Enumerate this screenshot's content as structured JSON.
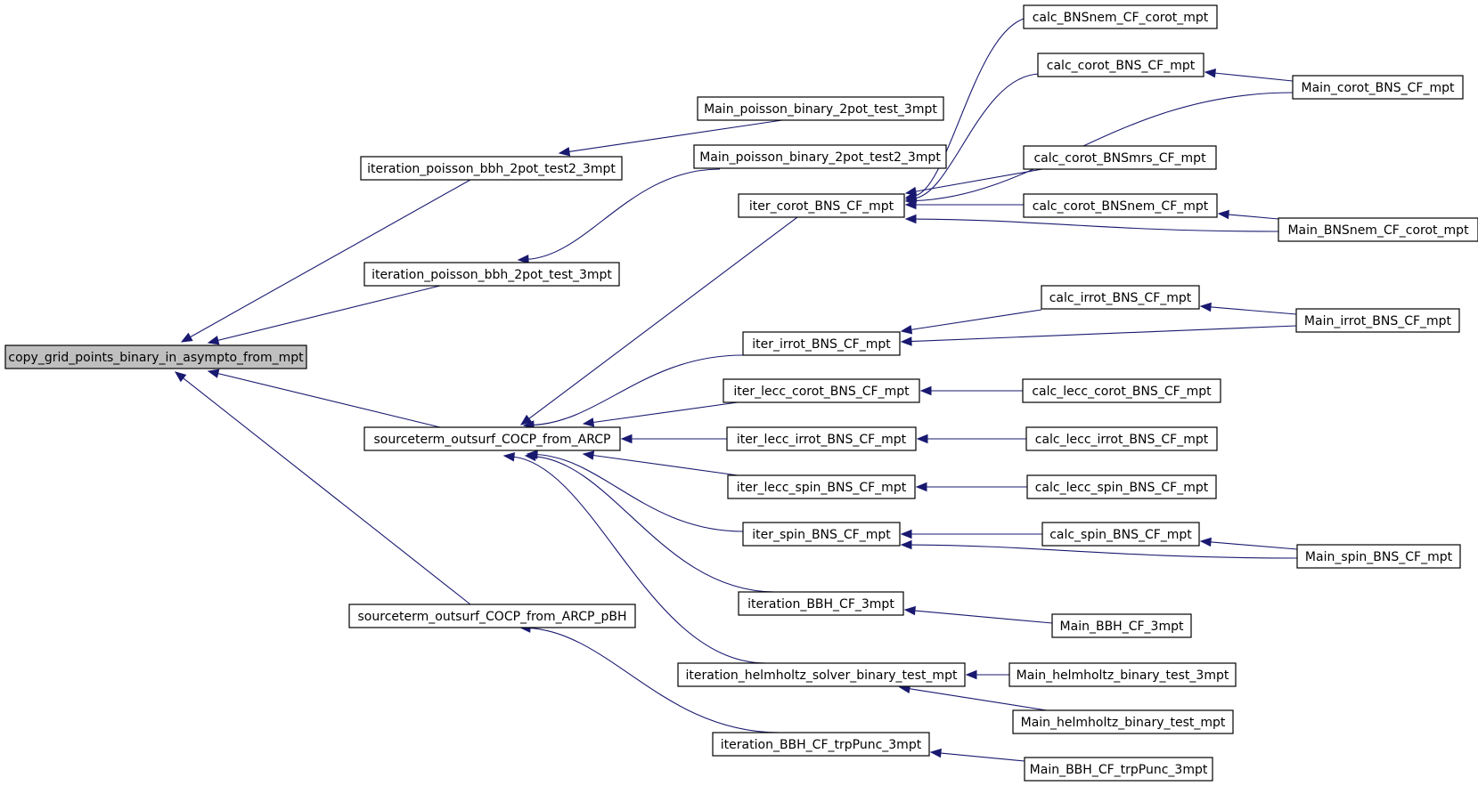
{
  "graph": {
    "type": "caller-graph",
    "colors": {
      "edge": "#191970",
      "root_fill": "#bfbfbf",
      "node_fill": "#ffffff",
      "node_border": "#000000"
    },
    "nodes": [
      {
        "id": "root",
        "label": "copy_grid_points_binary_in_asympto_from_mpt",
        "root": true
      },
      {
        "id": "ipb2t2",
        "label": "iteration_poisson_bbh_2pot_test2_3mpt"
      },
      {
        "id": "ipbt",
        "label": "iteration_poisson_bbh_2pot_test_3mpt"
      },
      {
        "id": "socf",
        "label": "sourceterm_outsurf_COCP_from_ARCP"
      },
      {
        "id": "socfp",
        "label": "sourceterm_outsurf_COCP_from_ARCP_pBH"
      },
      {
        "id": "mpbt3",
        "label": "Main_poisson_binary_2pot_test_3mpt"
      },
      {
        "id": "mpbt2",
        "label": "Main_poisson_binary_2pot_test2_3mpt"
      },
      {
        "id": "icorot",
        "label": "iter_corot_BNS_CF_mpt"
      },
      {
        "id": "iirrot",
        "label": "iter_irrot_BNS_CF_mpt"
      },
      {
        "id": "ilcorot",
        "label": "iter_lecc_corot_BNS_CF_mpt"
      },
      {
        "id": "ilirrot",
        "label": "iter_lecc_irrot_BNS_CF_mpt"
      },
      {
        "id": "ilspin",
        "label": "iter_lecc_spin_BNS_CF_mpt"
      },
      {
        "id": "ispin",
        "label": "iter_spin_BNS_CF_mpt"
      },
      {
        "id": "ibbh",
        "label": "iteration_BBH_CF_3mpt"
      },
      {
        "id": "ihelm",
        "label": "iteration_helmholtz_solver_binary_test_mpt"
      },
      {
        "id": "ibbhtp",
        "label": "iteration_BBH_CF_trpPunc_3mpt"
      },
      {
        "id": "cnemcorot",
        "label": "calc_BNSnem_CF_corot_mpt"
      },
      {
        "id": "ccorot",
        "label": "calc_corot_BNS_CF_mpt"
      },
      {
        "id": "cmrs",
        "label": "calc_corot_BNSmrs_CF_mpt"
      },
      {
        "id": "cnem",
        "label": "calc_corot_BNSnem_CF_mpt"
      },
      {
        "id": "cirrot",
        "label": "calc_irrot_BNS_CF_mpt"
      },
      {
        "id": "clcorot",
        "label": "calc_lecc_corot_BNS_CF_mpt"
      },
      {
        "id": "clirrot",
        "label": "calc_lecc_irrot_BNS_CF_mpt"
      },
      {
        "id": "clspin",
        "label": "calc_lecc_spin_BNS_CF_mpt"
      },
      {
        "id": "cspin",
        "label": "calc_spin_BNS_CF_mpt"
      },
      {
        "id": "mbbh",
        "label": "Main_BBH_CF_3mpt"
      },
      {
        "id": "mhelm3",
        "label": "Main_helmholtz_binary_test_3mpt"
      },
      {
        "id": "mhelm",
        "label": "Main_helmholtz_binary_test_mpt"
      },
      {
        "id": "mbbhtp",
        "label": "Main_BBH_CF_trpPunc_3mpt"
      },
      {
        "id": "mcorot",
        "label": "Main_corot_BNS_CF_mpt"
      },
      {
        "id": "mnem",
        "label": "Main_BNSnem_CF_corot_mpt"
      },
      {
        "id": "mirrot",
        "label": "Main_irrot_BNS_CF_mpt"
      },
      {
        "id": "mspin",
        "label": "Main_spin_BNS_CF_mpt"
      }
    ],
    "edges": [
      {
        "from": "ipb2t2",
        "to": "root"
      },
      {
        "from": "ipbt",
        "to": "root"
      },
      {
        "from": "socf",
        "to": "root"
      },
      {
        "from": "socfp",
        "to": "root"
      },
      {
        "from": "mpbt3",
        "to": "ipb2t2"
      },
      {
        "from": "mpbt2",
        "to": "ipbt"
      },
      {
        "from": "icorot",
        "to": "socf"
      },
      {
        "from": "iirrot",
        "to": "socf"
      },
      {
        "from": "ilcorot",
        "to": "socf"
      },
      {
        "from": "ilirrot",
        "to": "socf"
      },
      {
        "from": "ilspin",
        "to": "socf"
      },
      {
        "from": "ispin",
        "to": "socf"
      },
      {
        "from": "ibbh",
        "to": "socf"
      },
      {
        "from": "ihelm",
        "to": "socf"
      },
      {
        "from": "ibbhtp",
        "to": "socfp"
      },
      {
        "from": "cnemcorot",
        "to": "icorot"
      },
      {
        "from": "ccorot",
        "to": "icorot"
      },
      {
        "from": "mcorot",
        "to": "icorot"
      },
      {
        "from": "cmrs",
        "to": "icorot"
      },
      {
        "from": "cnem",
        "to": "icorot"
      },
      {
        "from": "mnem",
        "to": "icorot"
      },
      {
        "from": "mcorot",
        "to": "ccorot"
      },
      {
        "from": "mnem",
        "to": "cnem"
      },
      {
        "from": "cirrot",
        "to": "iirrot"
      },
      {
        "from": "mirrot",
        "to": "iirrot"
      },
      {
        "from": "mirrot",
        "to": "cirrot"
      },
      {
        "from": "clcorot",
        "to": "ilcorot"
      },
      {
        "from": "clirrot",
        "to": "ilirrot"
      },
      {
        "from": "clspin",
        "to": "ilspin"
      },
      {
        "from": "cspin",
        "to": "ispin"
      },
      {
        "from": "mspin",
        "to": "ispin"
      },
      {
        "from": "mspin",
        "to": "cspin"
      },
      {
        "from": "mbbh",
        "to": "ibbh"
      },
      {
        "from": "mhelm3",
        "to": "ihelm"
      },
      {
        "from": "mhelm",
        "to": "ihelm"
      },
      {
        "from": "mbbhtp",
        "to": "ibbhtp"
      }
    ]
  }
}
